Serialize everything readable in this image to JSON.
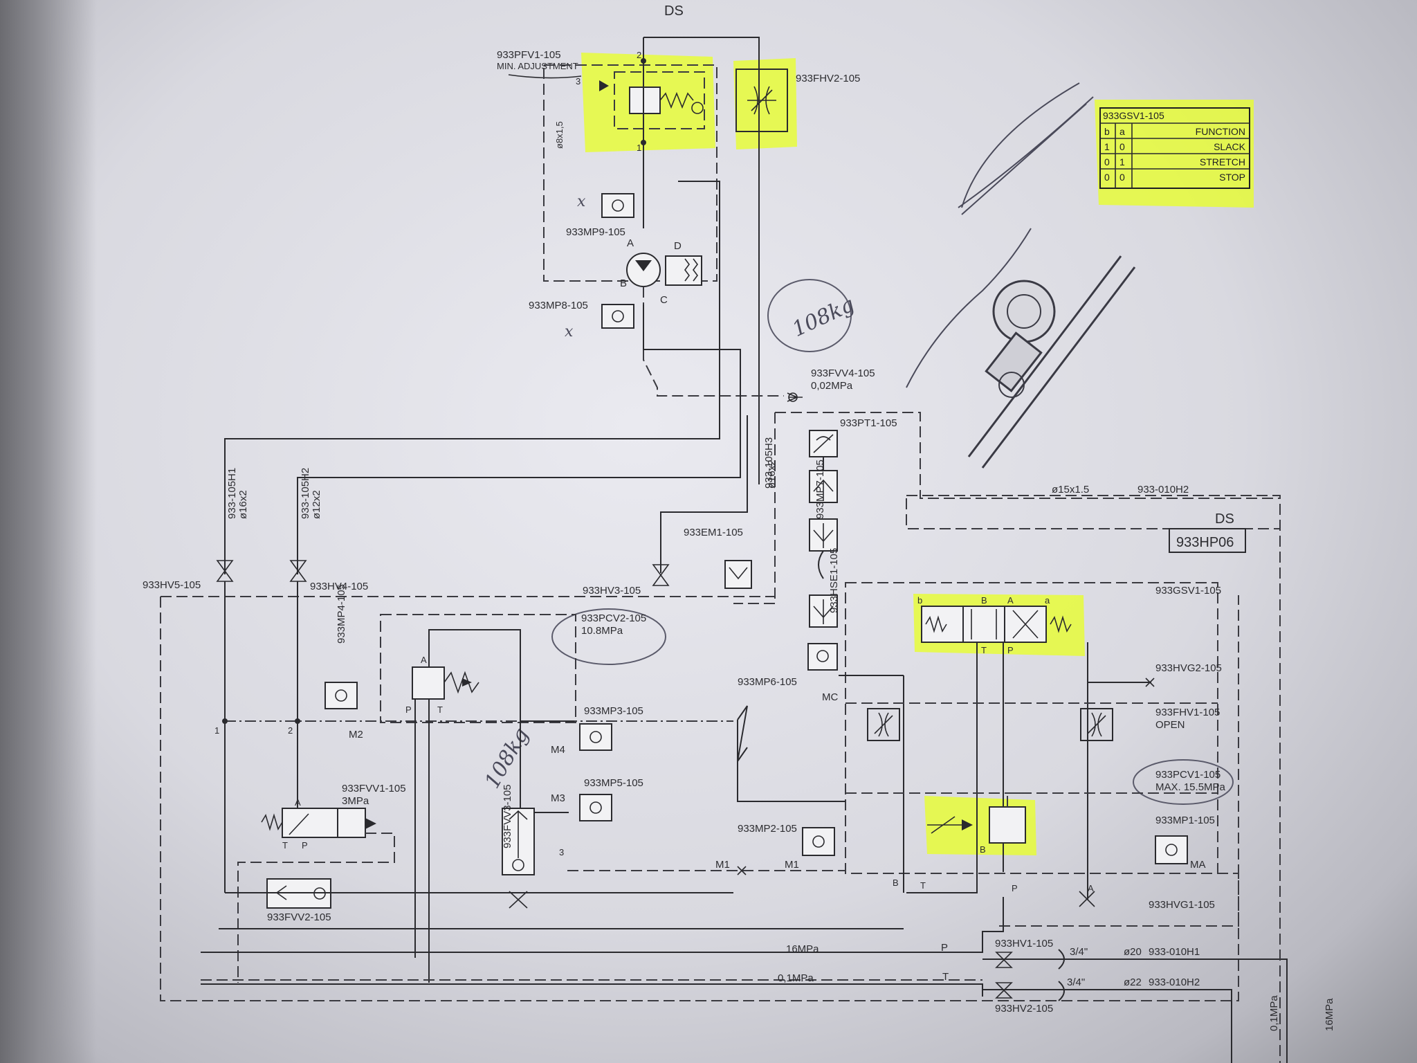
{
  "headers": {
    "top": "DS",
    "ds_right": "DS",
    "box_id": "933HP06"
  },
  "labels": {
    "pfv1": "933PFV1-105",
    "pfv1_note": "MIN. ADJUSTMENT",
    "fhv2": "933FHV2-105",
    "mp9": "933MP9-105",
    "mp8": "933MP8-105",
    "fvv4": "933FVV4-105",
    "fvv4_p": "0,02MPa",
    "pt1": "933PT1-105",
    "mp7": "933MP7-105",
    "hse1": "933HSE1-105",
    "mp6": "933MP6-105",
    "em1": "933EM1-105",
    "hv5": "933HV5-105",
    "hv4": "933HV4-105",
    "hv3": "933HV3-105",
    "h1": "933-105H1",
    "h1_d": "ø16x2",
    "h2": "933-105H2",
    "h2_d": "ø12x2",
    "h3": "933-105H3",
    "h3_d": "ø16x2",
    "pipe_top": "ø15x1.5",
    "pipe_top_id": "933-010H2",
    "pcv2": "933PCV2-105",
    "pcv2_p": "10.8MPa",
    "mp4": "933MP4-105",
    "mp3": "933MP3-105",
    "mp5": "933MP5-105",
    "fvv1": "933FVV1-105",
    "fvv1_p": "3MPa",
    "fvv2": "933FVV2-105",
    "fvv3": "933FVV3-105",
    "gsv1": "933GSV1-105",
    "hvg2": "933HVG2-105",
    "fhv1": "933FHV1-105",
    "fhv1_s": "OPEN",
    "pcv1": "933PCV1-105",
    "pcv1_p": "MAX. 15.5MPa",
    "mp2": "933MP2-105",
    "mp1": "933MP1-105",
    "hvg1": "933HVG1-105",
    "hv1": "933HV1-105",
    "hv2": "933HV2-105",
    "p16": "16MPa",
    "p01": "0,1MPa",
    "d20": "ø20",
    "h010h1": "933-010H1",
    "d22": "ø22",
    "h010h2": "933-010H2",
    "q34a": "3/4\"",
    "q34b": "3/4\"",
    "v16r": "16MPa",
    "v01r": "0,1MPa"
  },
  "ports": {
    "p2": "2",
    "p3": "3",
    "p1t": "1",
    "A": "A",
    "B": "B",
    "C": "C",
    "D": "D",
    "n1": "1",
    "n2": "2",
    "n3": "3",
    "M2": "M2",
    "M3": "M3",
    "M4": "M4",
    "M1a": "M1",
    "M1b": "M1",
    "MA": "MA",
    "MC": "MC",
    "vA": "A",
    "vP": "P",
    "vT": "T",
    "gb": "b",
    "gB": "B",
    "gA": "A",
    "ga": "a",
    "gT": "T",
    "gP": "P",
    "bB": "B",
    "bT": "T",
    "bP": "P",
    "bA": "A",
    "lP": "P",
    "lT": "T"
  },
  "function_table": {
    "title": "933GSV1-105",
    "header": [
      "b",
      "a",
      "FUNCTION"
    ],
    "rows": [
      [
        "1",
        "0",
        "SLACK"
      ],
      [
        "0",
        "1",
        "STRETCH"
      ],
      [
        "0",
        "0",
        "STOP"
      ]
    ]
  },
  "handwriting": {
    "kg_top": "108kg",
    "kg_left": "108kg"
  },
  "colors": {
    "highlight": "#e8ff2a",
    "ink": "#2a2a2e"
  }
}
